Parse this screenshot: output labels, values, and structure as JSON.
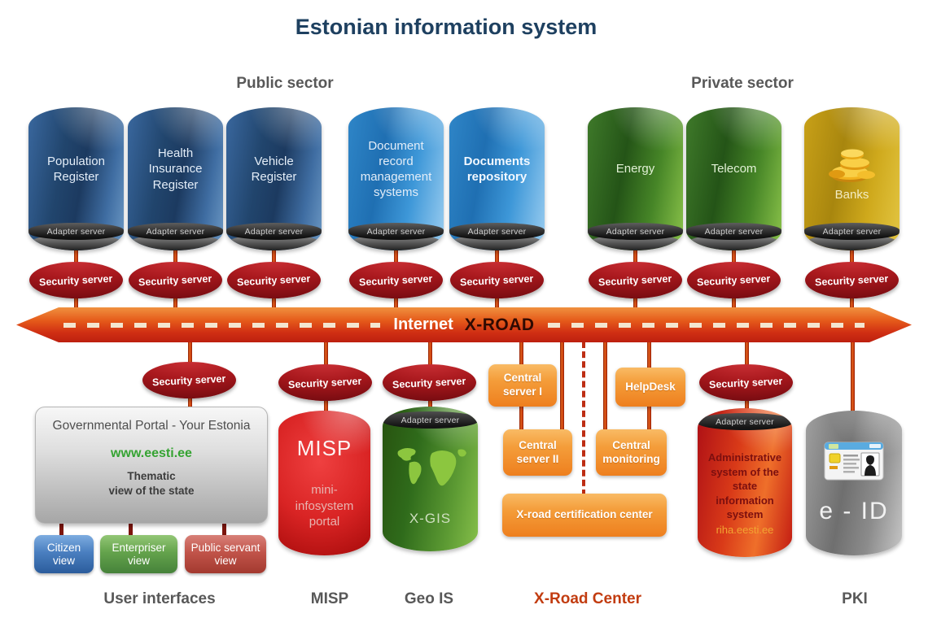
{
  "title": "Estonian information system",
  "sector_labels": {
    "public": "Public sector",
    "private": "Private sector"
  },
  "common": {
    "adapter_server": "Adapter server",
    "security_server": "Security server"
  },
  "backbone": {
    "internet_label": "Internet",
    "xroad_label": "X-ROAD"
  },
  "registers": [
    {
      "name": "Population Register"
    },
    {
      "name": "Health Insurance Register"
    },
    {
      "name": "Vehicle Register"
    },
    {
      "name": "Document record management systems"
    },
    {
      "name": "Documents repository"
    },
    {
      "name": "Energy"
    },
    {
      "name": "Telecom"
    },
    {
      "name": "Banks"
    }
  ],
  "portal": {
    "title": "Governmental Portal - Your Estonia",
    "url": "www.eesti.ee",
    "subtitle_line1": "Thematic",
    "subtitle_line2": "view of the state",
    "views": [
      {
        "label": "Citizen view"
      },
      {
        "label": "Enterpriser view"
      },
      {
        "label": "Public servant view"
      }
    ]
  },
  "misp": {
    "name": "MISP",
    "subtitle": "mini-infosystem portal"
  },
  "geois": {
    "name": "X-GIS"
  },
  "xroad_center": {
    "central_server_1": "Central server I",
    "central_server_2": "Central server II",
    "central_monitoring": "Central monitoring",
    "helpdesk": "HelpDesk",
    "certification_center": "X-road certification center"
  },
  "riha": {
    "name": "Administrative system of the state information system",
    "url": "riha.eesti.ee"
  },
  "eid": {
    "name": "e - ID"
  },
  "bottom_labels": {
    "user_interfaces": "User interfaces",
    "misp": "MISP",
    "geo_is": "Geo IS",
    "xroad_center": "X-Road Center",
    "pki": "PKI"
  },
  "colors": {
    "title": "#1e4060",
    "backbone_orange": "#e55a1a",
    "backbone_red": "#bd200f",
    "security_red": "#a8181d",
    "xroad_center_label": "#c23c10",
    "portal_url_green": "#35a332"
  }
}
